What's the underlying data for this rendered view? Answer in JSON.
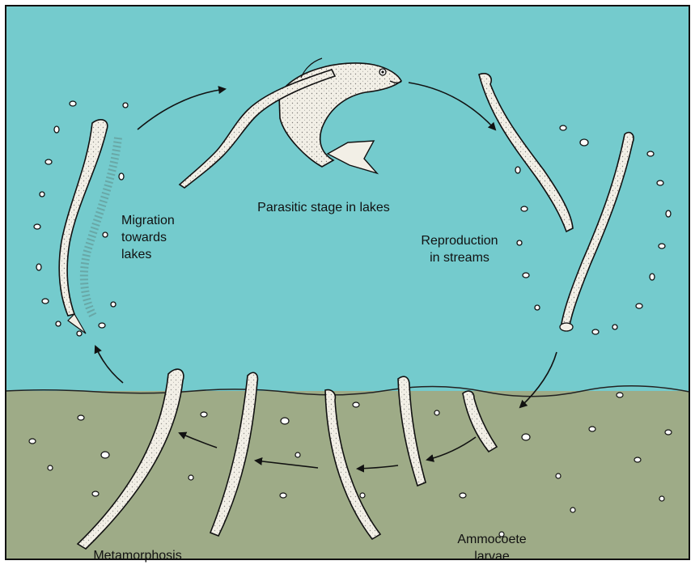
{
  "colors": {
    "water": "#74cbcd",
    "sediment": "#9eab87",
    "outline": "#111111",
    "body_fill": "#f2efe6",
    "pebble": "#ffffff",
    "background": "#ffffff"
  },
  "labels": {
    "parasitic": "Parasitic stage in lakes",
    "migration": [
      "Migration",
      "towards",
      "lakes"
    ],
    "reproduction": [
      "Reproduction",
      "in streams"
    ],
    "ammocoete": [
      "Ammocoete",
      "larvae"
    ],
    "metamorphosis": "Metamorphosis"
  },
  "icons": {
    "fish": "trout-host-icon",
    "lamprey": "lamprey-icon",
    "larva": "ammocoete-larva-icon",
    "arrow": "cycle-arrow-icon"
  }
}
